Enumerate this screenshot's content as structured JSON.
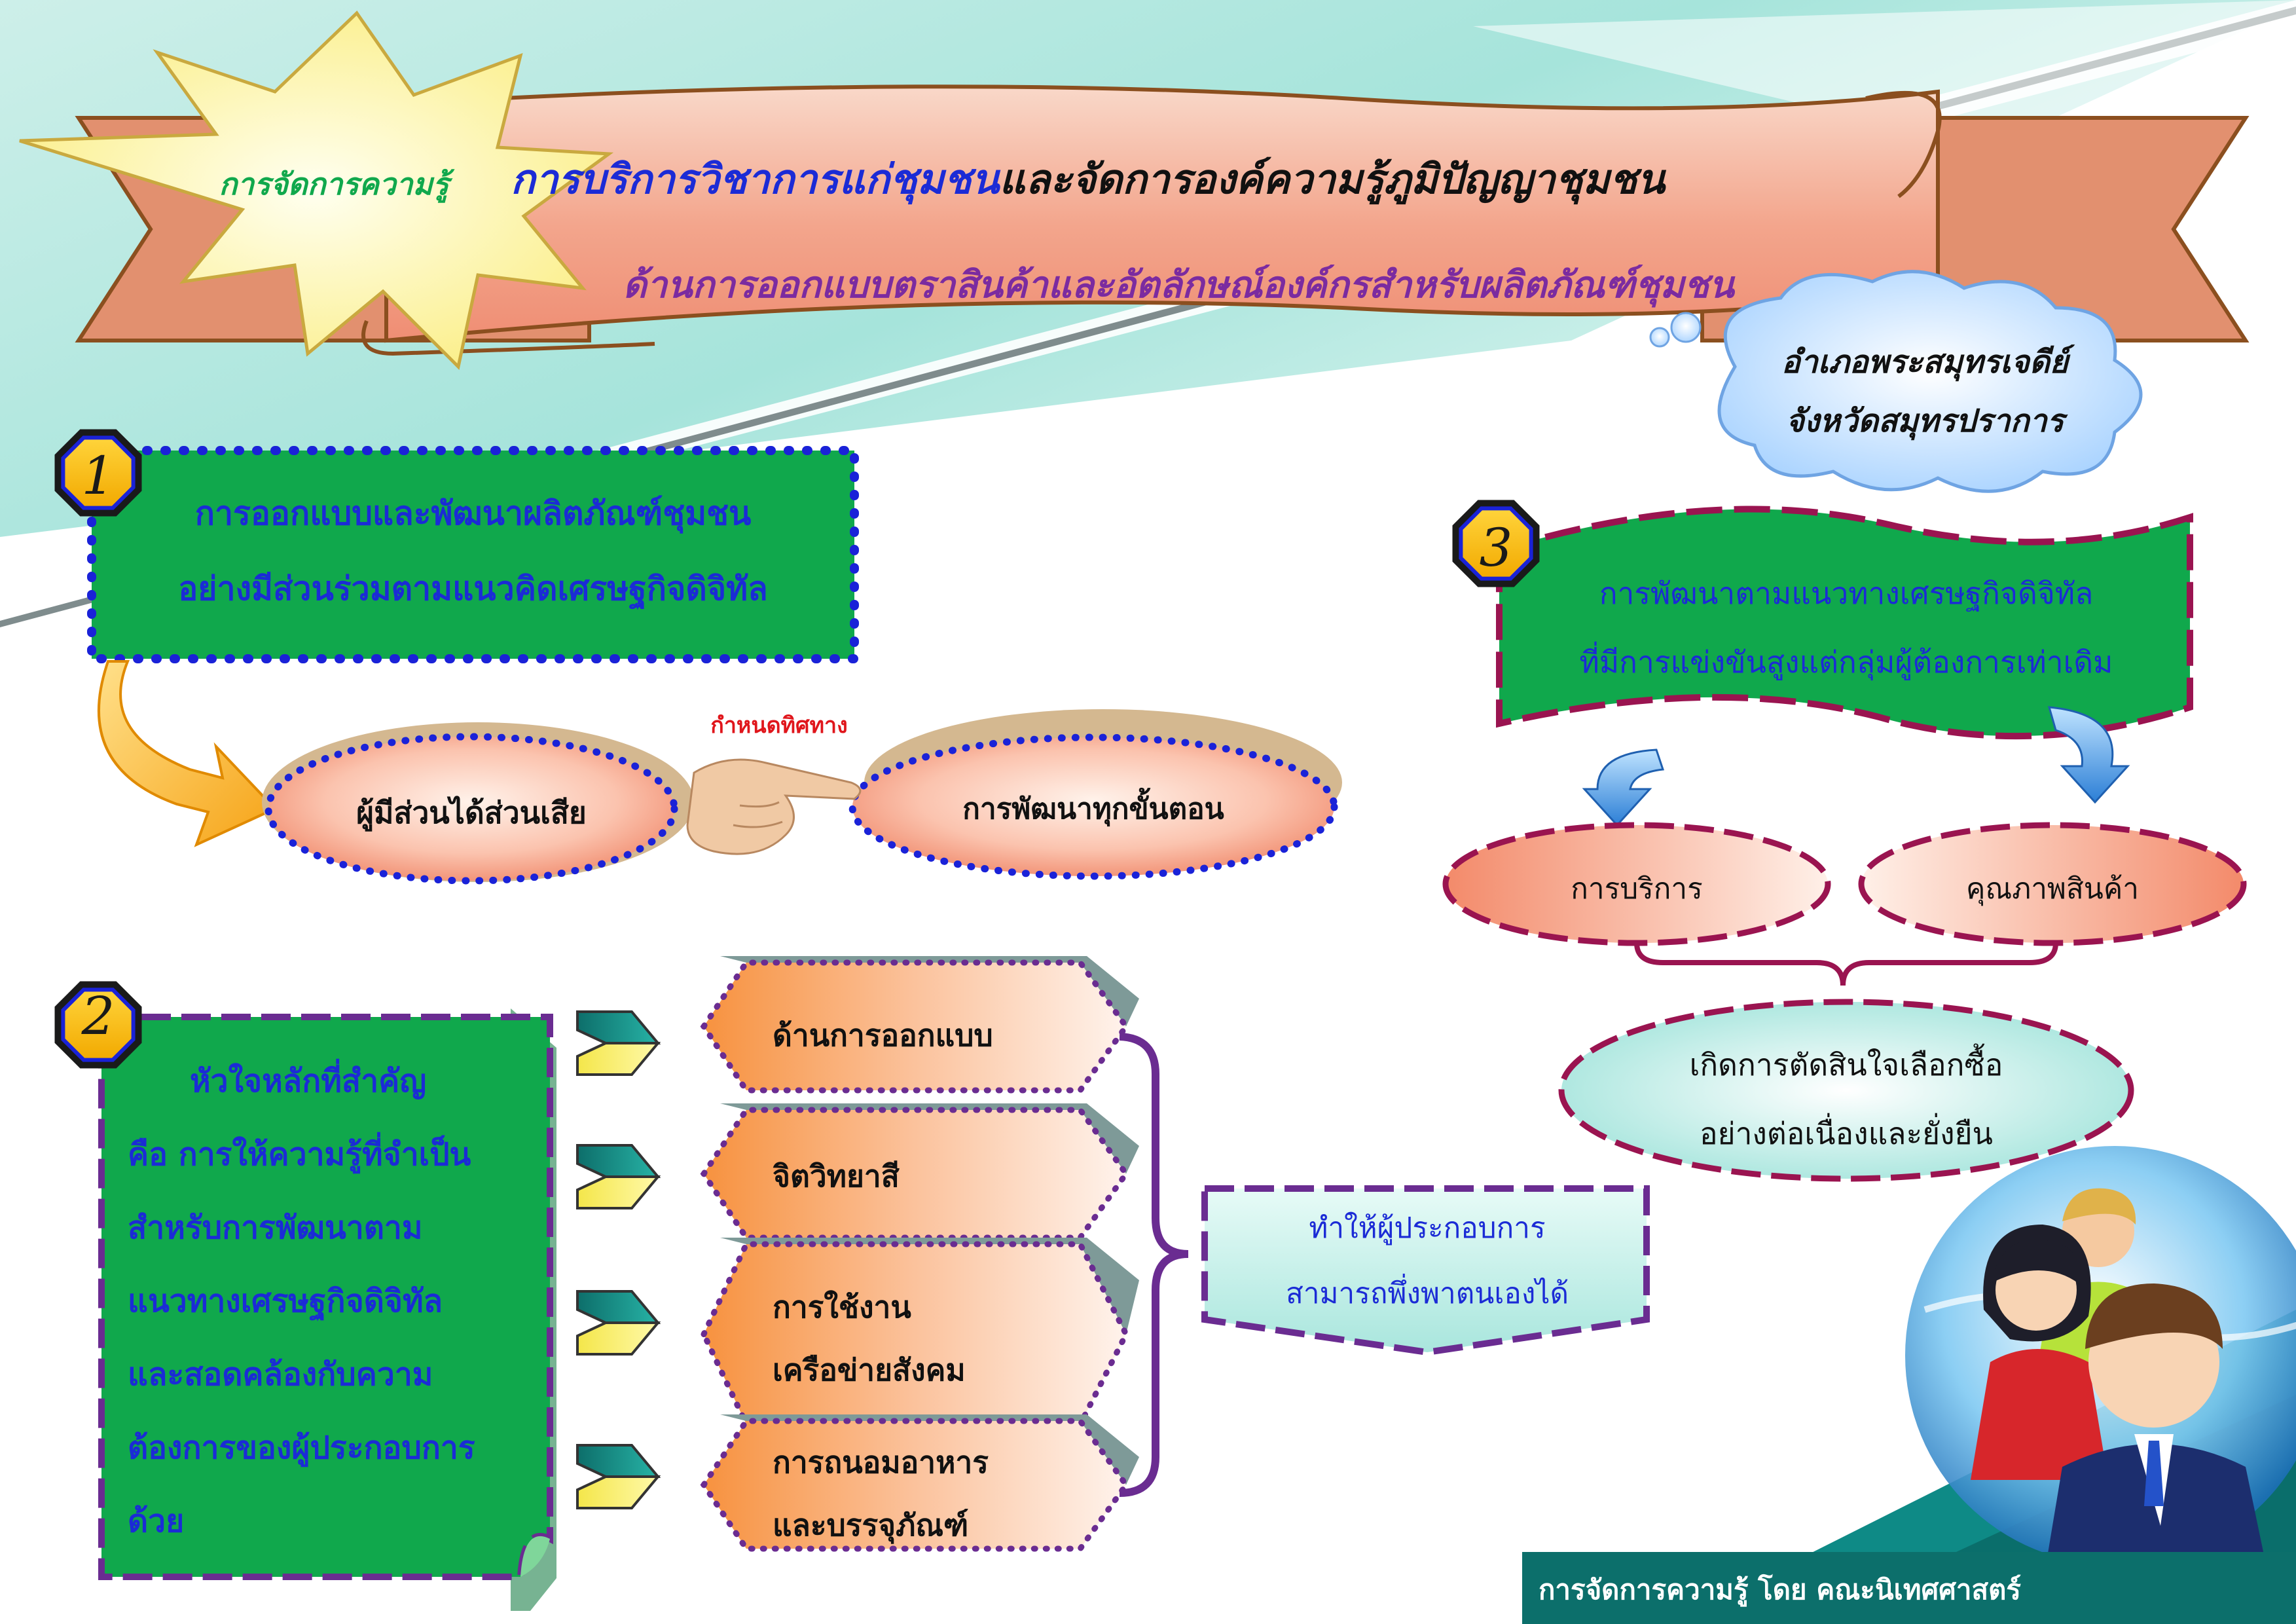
{
  "header": {
    "burst_label": "การจัดการความรู้",
    "title_part1": "การบริการวิชาการแก่ชุมชน",
    "title_part2": "และจัดการองค์ความรู้ภูมิปัญญาชุมชน",
    "subtitle": "ด้านการออกแบบตราสินค้าและอัตลักษณ์องค์กรสำหรับผลิตภัณฑ์ชุมชน",
    "location_line1": "อำเภอพระสมุทรเจดีย์",
    "location_line2": "จังหวัดสมุทรปราการ"
  },
  "section1": {
    "number": "1",
    "line1": "การออกแบบและพัฒนาผลิตภัณฑ์ชุมชน",
    "line2": "อย่างมีส่วนร่วมตามแนวคิดเศรษฐกิจดิจิทัล",
    "stakeholders": "ผู้มีส่วนได้ส่วนเสีย",
    "direction_label": "กำหนดทิศทาง",
    "development": "การพัฒนาทุกขั้นตอน"
  },
  "section2": {
    "number": "2",
    "body_lines": [
      "หัวใจหลักที่สำคัญ",
      "คือ การให้ความรู้ที่จำเป็น",
      "สำหรับการพัฒนาตาม",
      "แนวทางเศรษฐกิจดิจิทัล",
      "และสอดคล้องกับความ",
      "ต้องการของผู้ประกอบการ",
      "ด้วย"
    ],
    "topics": [
      {
        "line1": "ด้านการออกแบบ",
        "line2": ""
      },
      {
        "line1": "จิตวิทยาสี",
        "line2": ""
      },
      {
        "line1": "การใช้งาน",
        "line2": "เครือข่ายสังคม"
      },
      {
        "line1": "การถนอมอาหาร",
        "line2": "และบรรจุภัณฑ์"
      }
    ],
    "result_line1": "ทำให้ผู้ประกอบการ",
    "result_line2": "สามารถพึ่งพาตนเองได้"
  },
  "section3": {
    "number": "3",
    "line1": "การพัฒนาตามแนวทางเศรษฐกิจดิจิทัล",
    "line2": "ที่มีการแข่งขันสูงแต่กลุ่มผู้ต้องการเท่าเดิม",
    "service": "การบริการ",
    "quality": "คุณภาพสินค้า",
    "result_line1": "เกิดการตัดสินใจเลือกซื้อ",
    "result_line2": "อย่างต่อเนื่องและยั่งยืน"
  },
  "footer": {
    "credit": "การจัดการความรู้ โดย คณะนิเทศศาสตร์"
  },
  "colors": {
    "green": "#10A84C",
    "navy_dots": "#1A22D8",
    "purple_dash": "#6A2C91",
    "crimson_dash": "#9A1450",
    "title_blue": "#1B2BD6",
    "subtitle_purple": "#7B2BA0",
    "salmon": "#F59A7E",
    "teal": "#0E8A86",
    "burst_yellow": "#FDF6A8",
    "cloud_blue": "#CFE6FF"
  }
}
